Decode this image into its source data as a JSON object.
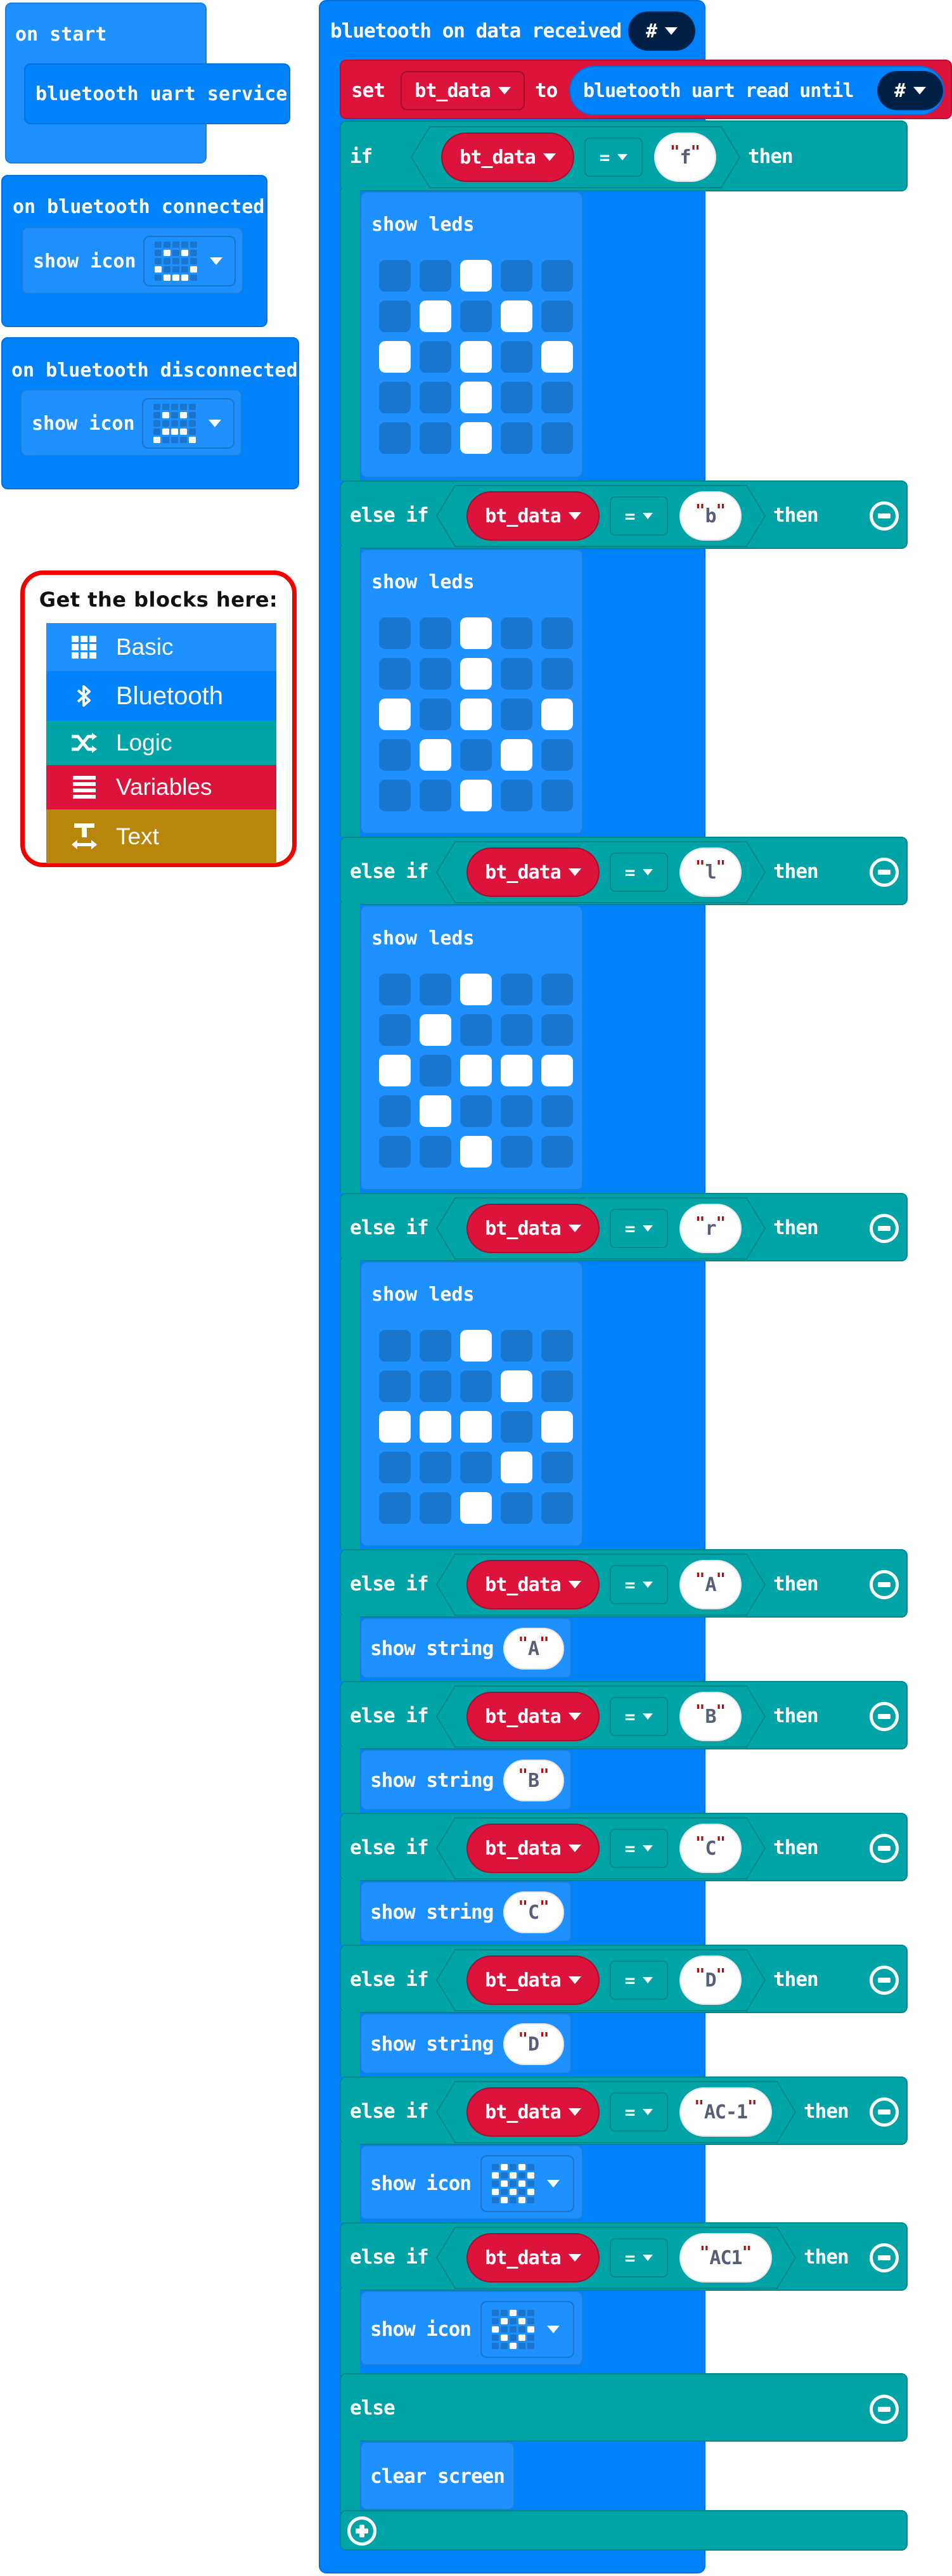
{
  "colors": {
    "basic": "#1e90ff",
    "bluetooth": "#0082fb",
    "logic": "#00a4a6",
    "variables": "#dc143c",
    "text": "#b8860b",
    "led_off": "#1976cf",
    "led_on": "#ffffff",
    "legend_border": "#f20000"
  },
  "on_start": {
    "label": "on start",
    "child": "bluetooth uart service"
  },
  "on_connected": {
    "label": "on bluetooth connected",
    "child_label": "show icon",
    "icon": "happy",
    "icon_pattern": [
      "00000",
      "01010",
      "00000",
      "10001",
      "01110"
    ]
  },
  "on_disconnected": {
    "label": "on bluetooth disconnected",
    "child_label": "show icon",
    "icon": "sad",
    "icon_pattern": [
      "00000",
      "01010",
      "00000",
      "01110",
      "10001"
    ]
  },
  "legend": {
    "title": "Get the blocks here:",
    "categories": [
      {
        "label": "Basic",
        "icon": "grid-icon",
        "color": "#1e90ff"
      },
      {
        "label": "Bluetooth",
        "icon": "bluetooth-icon",
        "color": "#0082fb"
      },
      {
        "label": "Logic",
        "icon": "shuffle-icon",
        "color": "#00a4a6"
      },
      {
        "label": "Variables",
        "icon": "list-icon",
        "color": "#dc143c"
      },
      {
        "label": "Text",
        "icon": "text-icon",
        "color": "#b8860b"
      }
    ]
  },
  "main": {
    "hat_label": "bluetooth on data received",
    "hat_delim": "#",
    "set_label": "set",
    "variable": "bt_data",
    "to_label": "to",
    "read_label": "bluetooth uart read until",
    "read_delim": "#",
    "if_label": "if",
    "else_if_label": "else if",
    "then_label": "then",
    "else_label": "else",
    "operator": "=",
    "show_leds_label": "show leds",
    "show_string_label": "show string",
    "show_icon_label": "show icon",
    "clear_screen_label": "clear screen",
    "branches": [
      {
        "value": "f",
        "action": "show leds",
        "leds": [
          "00100",
          "01010",
          "10101",
          "00100",
          "00100"
        ]
      },
      {
        "value": "b",
        "action": "show leds",
        "leds": [
          "00100",
          "00100",
          "10101",
          "01010",
          "00100"
        ]
      },
      {
        "value": "l",
        "action": "show leds",
        "leds": [
          "00100",
          "01000",
          "10111",
          "01000",
          "00100"
        ]
      },
      {
        "value": "r",
        "action": "show leds",
        "leds": [
          "00100",
          "00010",
          "11101",
          "00010",
          "00100"
        ]
      },
      {
        "value": "A",
        "action": "show string",
        "arg": "A"
      },
      {
        "value": "B",
        "action": "show string",
        "arg": "B"
      },
      {
        "value": "C",
        "action": "show string",
        "arg": "C"
      },
      {
        "value": "D",
        "action": "show string",
        "arg": "D"
      },
      {
        "value": "AC-1",
        "action": "show icon",
        "icon": "chessboard",
        "icon_pattern": [
          "01010",
          "10101",
          "01010",
          "10101",
          "01010"
        ]
      },
      {
        "value": "AC1",
        "action": "show icon",
        "icon": "diamond",
        "icon_pattern": [
          "00100",
          "01010",
          "10001",
          "01010",
          "00100"
        ]
      }
    ],
    "else_action": "clear screen"
  }
}
